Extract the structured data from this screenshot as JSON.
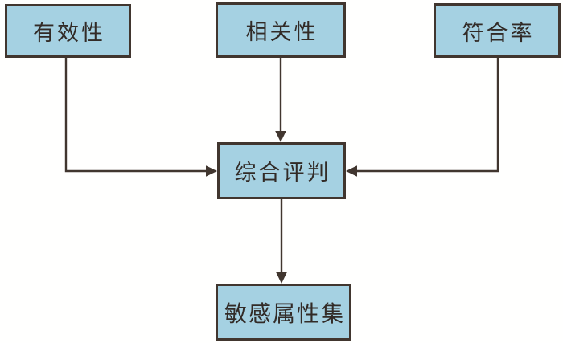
{
  "diagram": {
    "type": "flowchart",
    "title": "",
    "colors": {
      "node_fill": "#a5d1e2",
      "node_border": "#41362f",
      "edge_line": "#41362f",
      "text": "#322b27",
      "background": "#fffffe"
    },
    "nodes": [
      {
        "id": "effectiveness",
        "label": "有效性"
      },
      {
        "id": "relevance",
        "label": "相关性"
      },
      {
        "id": "compliance-rate",
        "label": "符合率"
      },
      {
        "id": "comprehensive-evaluation",
        "label": "综合评判"
      },
      {
        "id": "sensitive-attribute-set",
        "label": "敏感属性集"
      }
    ],
    "edges": [
      {
        "from": "effectiveness",
        "to": "comprehensive-evaluation",
        "style": "elbow-down-right"
      },
      {
        "from": "relevance",
        "to": "comprehensive-evaluation",
        "style": "straight-down"
      },
      {
        "from": "compliance-rate",
        "to": "comprehensive-evaluation",
        "style": "elbow-down-left"
      },
      {
        "from": "comprehensive-evaluation",
        "to": "sensitive-attribute-set",
        "style": "straight-down"
      }
    ]
  }
}
